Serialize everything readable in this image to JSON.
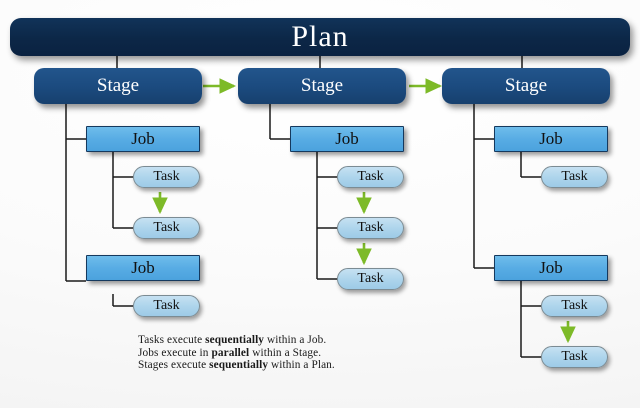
{
  "diagram": {
    "title": "Plan",
    "palette": {
      "plan_fill": "#0C2747",
      "stage_fill": "#1B4A7E",
      "job_fill": "#58ACE4",
      "task_fill": "#AED5EC",
      "arrow_green": "#7DBA28",
      "connector_black": "#1A1A1A",
      "background": "#FFFFFF",
      "text_light": "#FFFFFF",
      "text_dark": "#111111"
    },
    "stages": [
      {
        "label": "Stage",
        "jobs": [
          {
            "label": "Job",
            "tasks": [
              {
                "label": "Task"
              },
              {
                "label": "Task"
              }
            ]
          },
          {
            "label": "Job",
            "tasks": [
              {
                "label": "Task"
              }
            ]
          }
        ]
      },
      {
        "label": "Stage",
        "jobs": [
          {
            "label": "Job",
            "tasks": [
              {
                "label": "Task"
              },
              {
                "label": "Task"
              },
              {
                "label": "Task"
              }
            ]
          }
        ]
      },
      {
        "label": "Stage",
        "jobs": [
          {
            "label": "Job",
            "tasks": [
              {
                "label": "Task"
              }
            ]
          },
          {
            "label": "Job",
            "tasks": [
              {
                "label": "Task"
              },
              {
                "label": "Task"
              }
            ]
          }
        ]
      }
    ],
    "caption": {
      "line1": {
        "pre": "Tasks execute ",
        "strong": "sequentially",
        "post": " within a Job."
      },
      "line2": {
        "pre": "Jobs execute in ",
        "strong": "parallel",
        "post": " within a Stage."
      },
      "line3": {
        "pre": "Stages execute ",
        "strong": "sequentially",
        "post": " within a Plan."
      }
    }
  }
}
